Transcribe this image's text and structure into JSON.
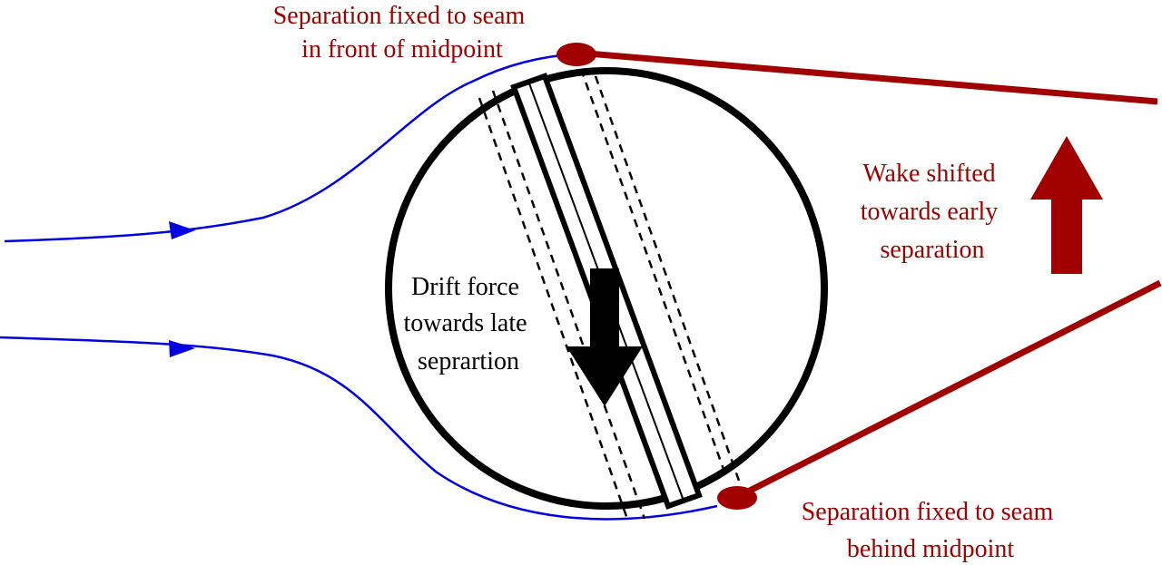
{
  "labels": {
    "top_separation": [
      "Separation fixed to seam",
      "in front of midpoint"
    ],
    "bottom_separation": [
      "Separation fixed to seam",
      "behind midpoint"
    ],
    "wake_shift": [
      "Wake shifted",
      "towards early",
      "separation"
    ],
    "drift_force": [
      "Drift force",
      "towards late",
      "seprartion"
    ]
  },
  "colors": {
    "separation_red": "#a00000",
    "streamline_blue": "#0000e0",
    "ball_outline": "#000000",
    "arrow_black": "#000000"
  }
}
